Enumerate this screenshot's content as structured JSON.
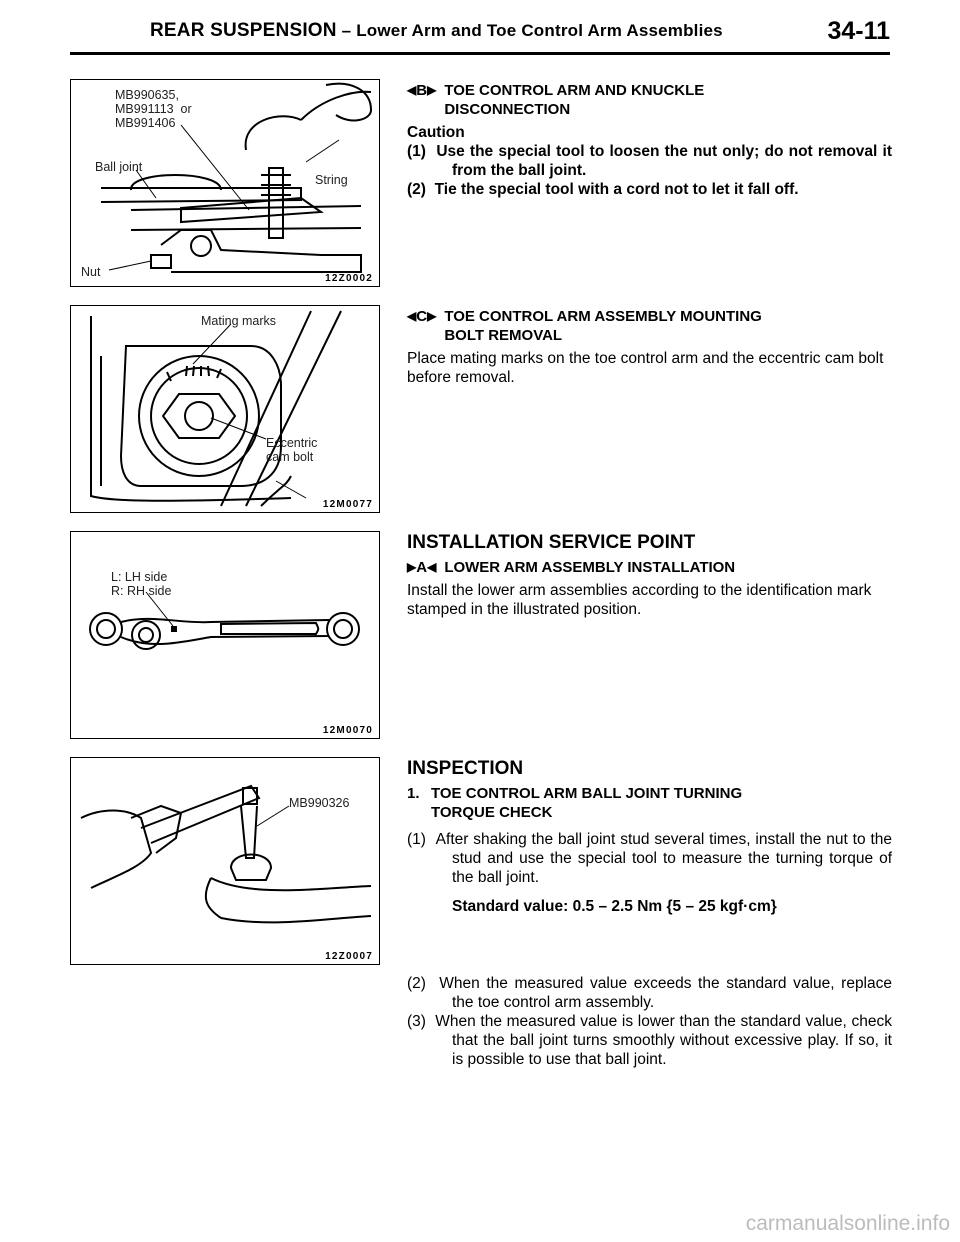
{
  "header": {
    "title_main": "REAR SUSPENSION",
    "title_sub": " – Lower Arm and Toe Control Arm Assemblies",
    "page_number": "34-11"
  },
  "figures": [
    {
      "code": "12Z0002",
      "labels": {
        "tool": "MB990635,\nMB991113  or\nMB991406",
        "ball_joint": "Ball joint",
        "string": "String",
        "nut": "Nut"
      }
    },
    {
      "code": "12M0077",
      "labels": {
        "mating": "Mating marks",
        "eccentric": "Eccentric\ncam bolt"
      }
    },
    {
      "code": "12M0070",
      "labels": {
        "sides": "L: LH side\nR: RH side"
      }
    },
    {
      "code": "12Z0007",
      "labels": {
        "tool": "MB990326"
      }
    }
  ],
  "sections": {
    "b": {
      "letter": "B",
      "title": "TOE CONTROL ARM AND KNUCKLE\nDISCONNECTION",
      "caution": "Caution",
      "items": [
        {
          "num": "(1)",
          "text": "Use the special tool to loosen the nut only; do not removal it from the ball joint."
        },
        {
          "num": "(2)",
          "text": "Tie the special tool with a cord not to let it fall off."
        }
      ]
    },
    "c": {
      "letter": "C",
      "title": "TOE CONTROL ARM ASSEMBLY MOUNTING\nBOLT REMOVAL",
      "body": "Place mating marks on the toe control arm and the eccentric cam bolt before removal."
    },
    "install": {
      "heading": "INSTALLATION SERVICE POINT",
      "letter": "A",
      "title": "LOWER ARM ASSEMBLY INSTALLATION",
      "body": "Install the lower arm assemblies according to the identification mark stamped in the illustrated position."
    },
    "inspect": {
      "heading": "INSPECTION",
      "step_num": "1.",
      "step_title": "TOE CONTROL ARM BALL JOINT TURNING\nTORQUE CHECK",
      "items": [
        {
          "num": "(1)",
          "text": "After shaking the ball joint stud several times, install the nut to the stud and use the special tool to measure the turning torque of the ball joint."
        }
      ],
      "standard": "Standard value: 0.5 – 2.5 Nm {5 – 25 kgf·cm}",
      "items2": [
        {
          "num": "(2)",
          "text": "When the measured value exceeds the standard value, replace the toe control arm assembly."
        },
        {
          "num": "(3)",
          "text": "When the measured value is lower than the standard value, check that the ball joint turns smoothly without excessive play. If so, it is possible to use that ball joint."
        }
      ]
    }
  },
  "watermark": "carmanualsonline.info"
}
